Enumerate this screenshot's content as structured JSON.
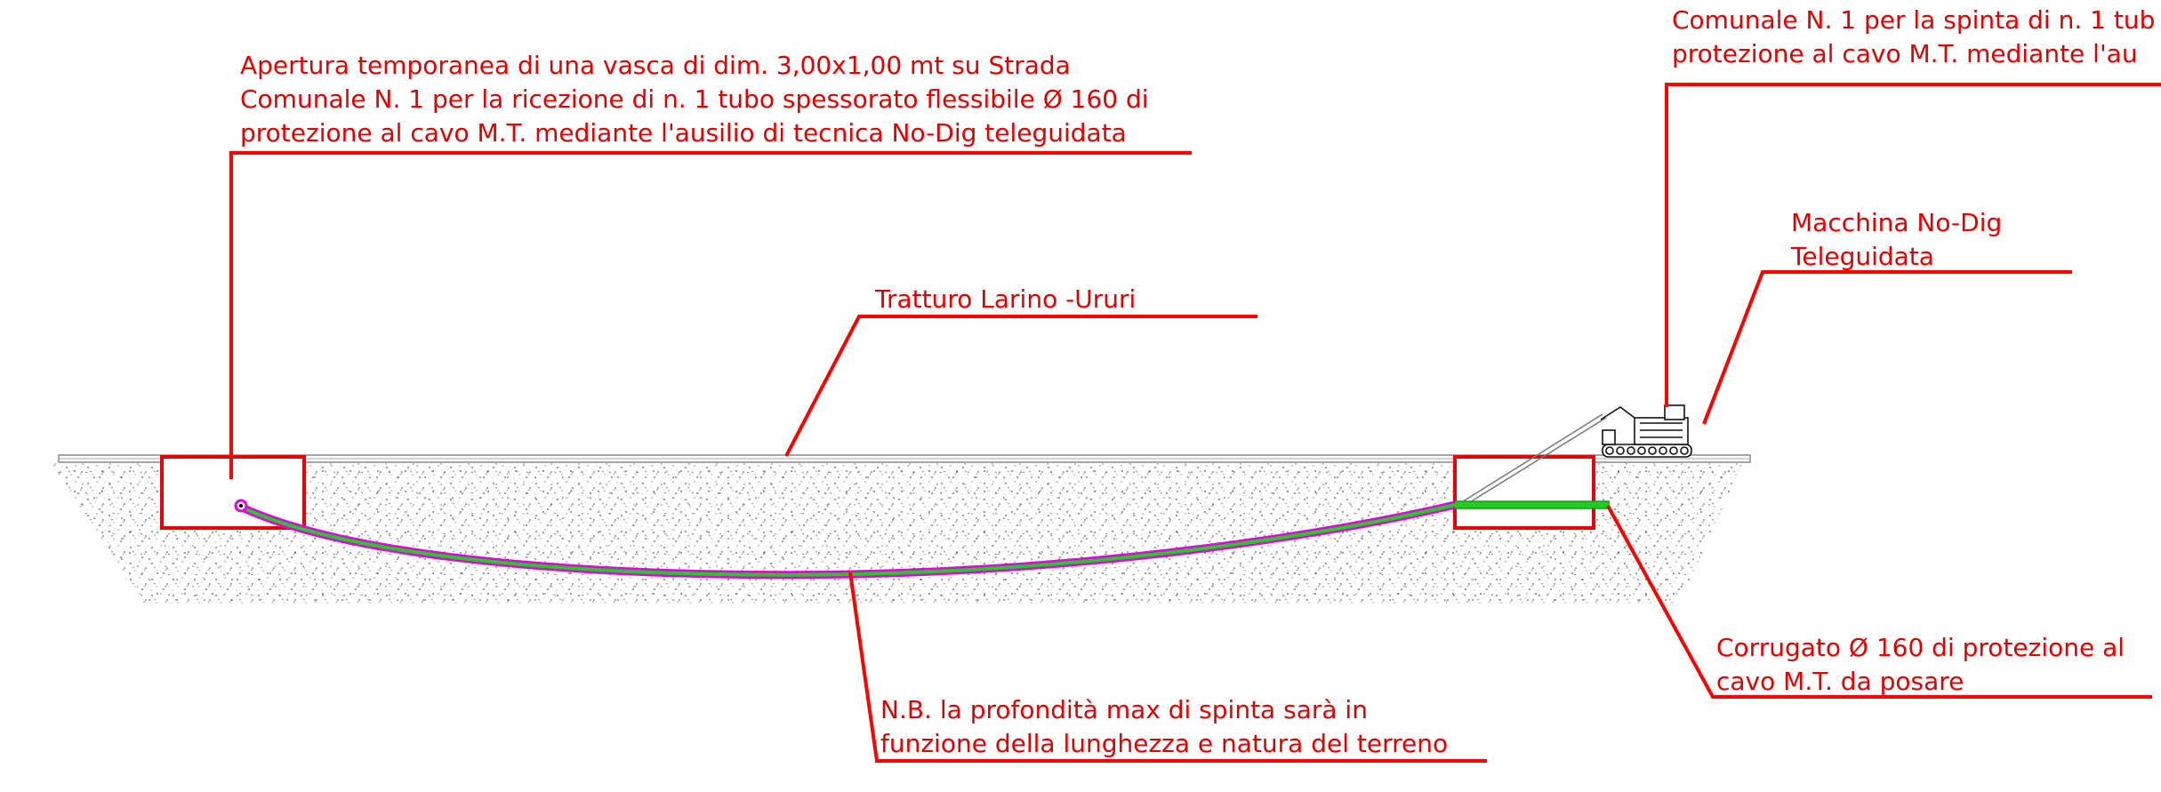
{
  "colors": {
    "leader": "#ff0000",
    "pit": "#e8000a",
    "ground": "#b5b5b5",
    "pipe_outer": "#e000e0",
    "pipe_inner": "#22cc22",
    "machine": "#111111",
    "background": "#ffffff"
  },
  "labels": {
    "pit_left": {
      "lines": [
        "Apertura temporanea di una vasca di dim. 3,00x1,00 mt su Strada",
        "Comunale N. 1 per la ricezione di n. 1 tubo spessorato flessibile Ø 160 di",
        "protezione al cavo M.T. mediante l'ausilio di tecnica No-Dig teleguidata"
      ]
    },
    "pit_right": {
      "lines": [
        "Comunale N. 1 per la spinta di n. 1 tub",
        "protezione al cavo M.T. mediante l'au"
      ]
    },
    "machine": {
      "lines": [
        "Macchina No-Dig",
        "Teleguidata"
      ]
    },
    "road": {
      "lines": [
        "Tratturo Larino -Ururi"
      ]
    },
    "pipe": {
      "lines": [
        "Corrugato Ø 160 di protezione al",
        "cavo M.T. da posare"
      ]
    },
    "note": {
      "lines": [
        "N.B. la profondità max di spinta sarà in",
        "funzione della lunghezza e natura del terreno"
      ]
    }
  },
  "icons": {
    "machine": "horizontal-directional-drilling-rig-icon"
  }
}
